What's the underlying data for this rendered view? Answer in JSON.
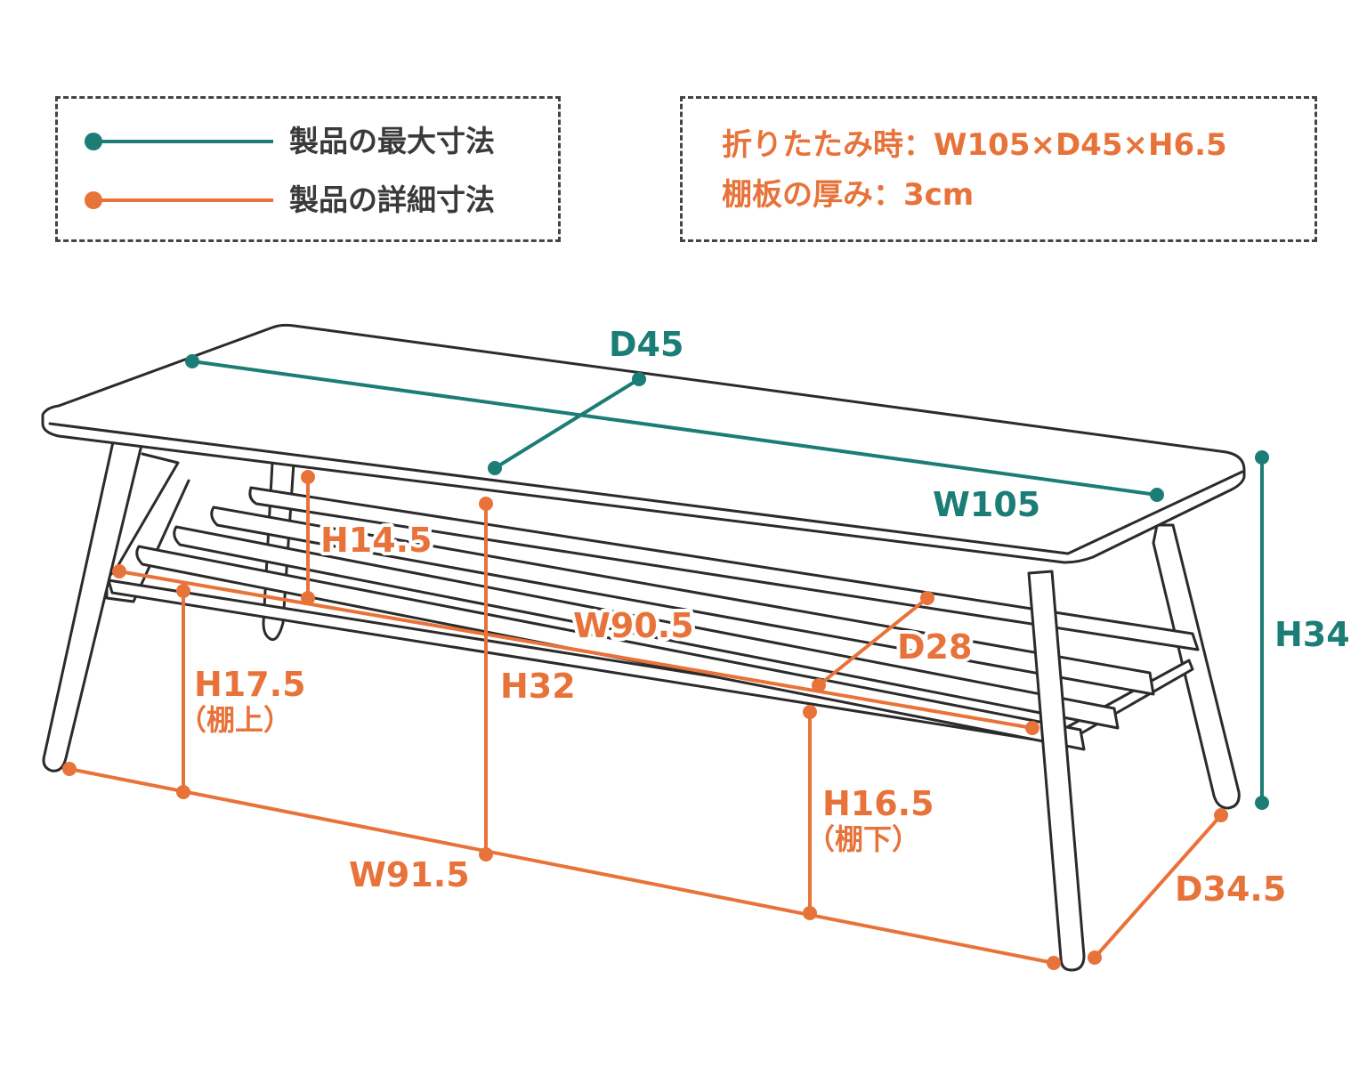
{
  "legend": {
    "max_label": "製品の最大寸法",
    "detail_label": "製品の詳細寸法"
  },
  "info": {
    "folded": "折りたたみ時：W105×D45×H6.5",
    "shelf_thickness": "棚板の厚み：3cm"
  },
  "colors": {
    "max": "#1b7d75",
    "detail": "#e8733a",
    "outline": "#2b2b2b"
  },
  "dimensions": {
    "d45": "D45",
    "w105": "W105",
    "h34": "H34",
    "h14_5": "H14.5",
    "w90_5": "W90.5",
    "d28": "D28",
    "h32": "H32",
    "h17_5": "H17.5",
    "shelf_top": "（棚上）",
    "h16_5": "H16.5",
    "shelf_bottom": "（棚下）",
    "w91_5": "W91.5",
    "d34_5": "D34.5"
  }
}
